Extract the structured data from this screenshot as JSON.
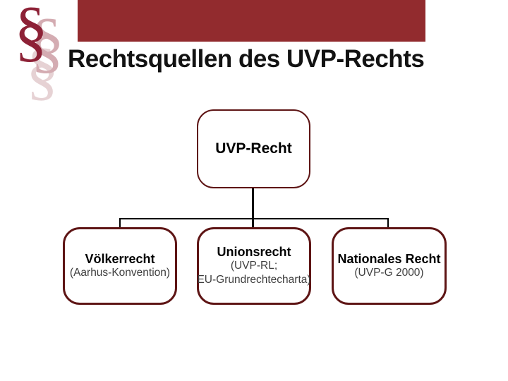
{
  "slide": {
    "title": "Rechtsquellen des UVP-Rechts"
  },
  "logo": {
    "glyphs": [
      "§",
      "§",
      "§"
    ]
  },
  "colors": {
    "banner": "#922b2e",
    "box_border": "#5e1515",
    "connector": "#000000",
    "title_text": "#121212",
    "label_text": "#000000",
    "sublabel_text": "#3e3e3e",
    "logo_dark": "#8d2136",
    "logo_medium": "#d4acb2",
    "logo_light": "#e6d2d4"
  },
  "diagram": {
    "root": {
      "label": "UVP-Recht"
    },
    "children": [
      {
        "label": "Völkerrecht",
        "sublines": [
          "(Aarhus-Konvention)"
        ]
      },
      {
        "label": "Unionsrecht",
        "sublines": [
          "(UVP-RL;",
          "EU-Grundrechtecharta)"
        ]
      },
      {
        "label": "Nationales Recht",
        "sublines": [
          "(UVP-G 2000)"
        ]
      }
    ]
  }
}
